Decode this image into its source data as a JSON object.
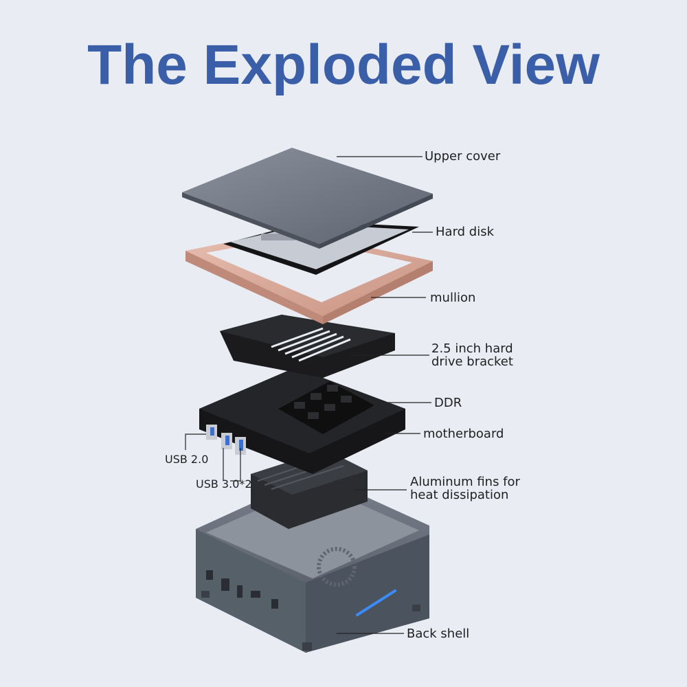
{
  "title": "The Exploded View",
  "components": {
    "upper_cover": "Upper cover",
    "hard_disk": "Hard disk",
    "mullion": "mullion",
    "drive_bracket_line1": "2.5 inch hard",
    "drive_bracket_line2": "drive bracket",
    "ddr": "DDR",
    "motherboard": "motherboard",
    "usb2": "USB 2.0",
    "usb3": "USB 3.0*2",
    "fins_line1": "Aluminum fins for",
    "fins_line2": "heat dissipation",
    "back_shell": "Back shell"
  },
  "colors": {
    "title": "#3a5ea8",
    "background": "#e9edf3",
    "cover": "#6e7683",
    "mullion": "#d9a898",
    "board": "#1c1c1e",
    "shell": "#5c6470",
    "led": "#3b8cff"
  }
}
